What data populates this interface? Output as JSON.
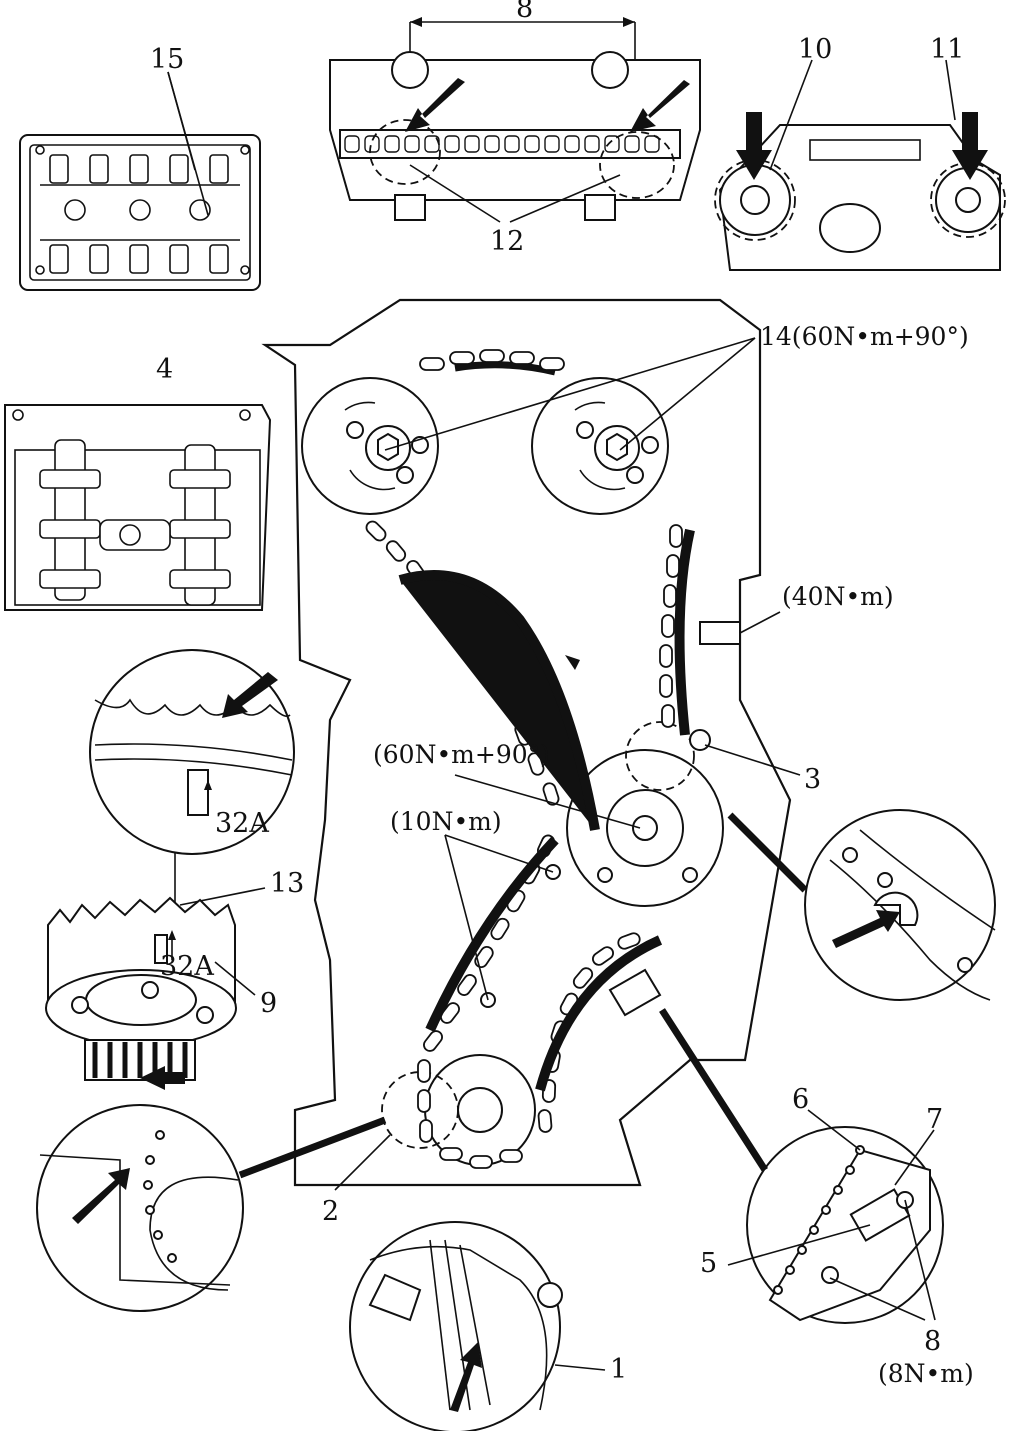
{
  "diagram": {
    "labels": {
      "l1": "1",
      "l2": "2",
      "l3": "3",
      "l4": "4",
      "l5": "5",
      "l6": "6",
      "l7": "7",
      "l8_top": "8",
      "l8_bottom": "8",
      "l9": "9",
      "l10": "10",
      "l11": "11",
      "l12": "12",
      "l13": "13",
      "l15": "15",
      "l32a_top": "32A",
      "l32a_bottom": "32A"
    },
    "torques": {
      "camshaft_bolts": "14(60N•m+90°)",
      "tensioner": "(40N•m)",
      "crank_idler": "(60N•m+90°)",
      "guide_bolts": "(10N•m)",
      "detail_bolts": "(8N•m)"
    }
  }
}
